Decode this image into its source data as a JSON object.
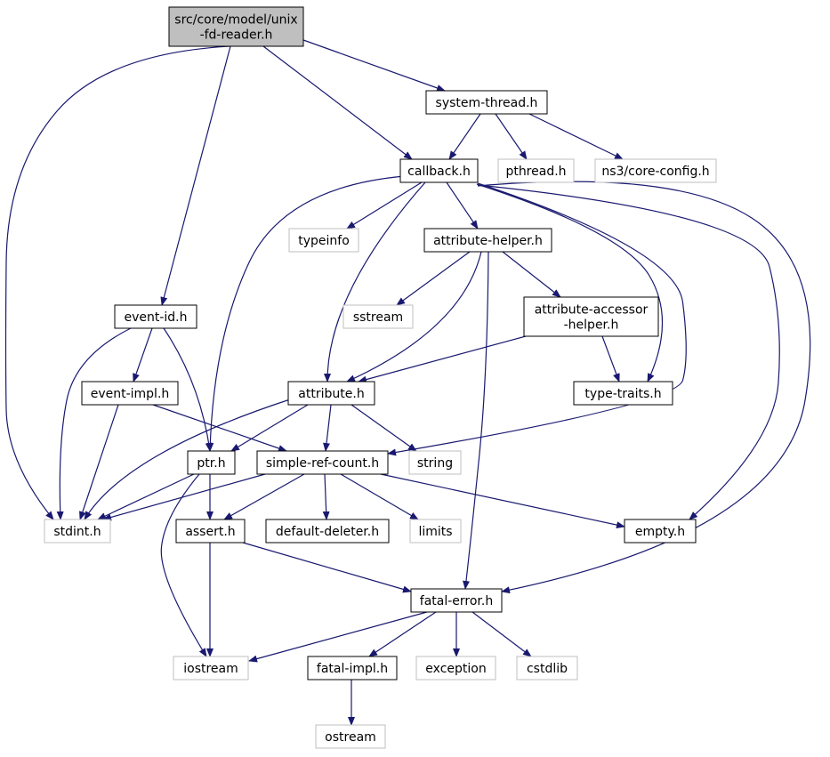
{
  "graph": {
    "colors": {
      "edge": "#191970",
      "main_fill": "#bfbfbf",
      "internal_border": "#000000",
      "external_border": "#bfbfbf"
    },
    "nodes": {
      "unix_fd_reader": {
        "lines": [
          "src/core/model/unix",
          "-fd-reader.h"
        ],
        "kind": "main"
      },
      "system_thread": {
        "lines": [
          "system-thread.h"
        ],
        "kind": "internal"
      },
      "callback": {
        "lines": [
          "callback.h"
        ],
        "kind": "internal"
      },
      "pthread": {
        "lines": [
          "pthread.h"
        ],
        "kind": "external"
      },
      "core_config": {
        "lines": [
          "ns3/core-config.h"
        ],
        "kind": "external"
      },
      "typeinfo": {
        "lines": [
          "typeinfo"
        ],
        "kind": "external"
      },
      "attribute_helper": {
        "lines": [
          "attribute-helper.h"
        ],
        "kind": "internal"
      },
      "event_id": {
        "lines": [
          "event-id.h"
        ],
        "kind": "internal"
      },
      "sstream": {
        "lines": [
          "sstream"
        ],
        "kind": "external"
      },
      "attribute_accessor_helper": {
        "lines": [
          "attribute-accessor",
          "-helper.h"
        ],
        "kind": "internal"
      },
      "event_impl": {
        "lines": [
          "event-impl.h"
        ],
        "kind": "internal"
      },
      "attribute": {
        "lines": [
          "attribute.h"
        ],
        "kind": "internal"
      },
      "type_traits": {
        "lines": [
          "type-traits.h"
        ],
        "kind": "internal"
      },
      "ptr": {
        "lines": [
          "ptr.h"
        ],
        "kind": "internal"
      },
      "simple_ref_count": {
        "lines": [
          "simple-ref-count.h"
        ],
        "kind": "internal"
      },
      "string": {
        "lines": [
          "string"
        ],
        "kind": "external"
      },
      "stdint": {
        "lines": [
          "stdint.h"
        ],
        "kind": "external"
      },
      "assert": {
        "lines": [
          "assert.h"
        ],
        "kind": "internal"
      },
      "default_deleter": {
        "lines": [
          "default-deleter.h"
        ],
        "kind": "internal"
      },
      "limits": {
        "lines": [
          "limits"
        ],
        "kind": "external"
      },
      "empty": {
        "lines": [
          "empty.h"
        ],
        "kind": "internal"
      },
      "fatal_error": {
        "lines": [
          "fatal-error.h"
        ],
        "kind": "internal"
      },
      "iostream": {
        "lines": [
          "iostream"
        ],
        "kind": "external"
      },
      "fatal_impl": {
        "lines": [
          "fatal-impl.h"
        ],
        "kind": "internal"
      },
      "exception": {
        "lines": [
          "exception"
        ],
        "kind": "external"
      },
      "cstdlib": {
        "lines": [
          "cstdlib"
        ],
        "kind": "external"
      },
      "ostream": {
        "lines": [
          "ostream"
        ],
        "kind": "external"
      }
    },
    "edges": [
      [
        "unix_fd_reader",
        "stdint"
      ],
      [
        "unix_fd_reader",
        "event_id"
      ],
      [
        "unix_fd_reader",
        "callback"
      ],
      [
        "unix_fd_reader",
        "system_thread"
      ],
      [
        "system_thread",
        "callback"
      ],
      [
        "system_thread",
        "pthread"
      ],
      [
        "system_thread",
        "core_config"
      ],
      [
        "callback",
        "typeinfo"
      ],
      [
        "callback",
        "attribute_helper"
      ],
      [
        "callback",
        "attribute"
      ],
      [
        "callback",
        "ptr"
      ],
      [
        "callback",
        "type_traits"
      ],
      [
        "callback",
        "simple_ref_count"
      ],
      [
        "callback",
        "empty"
      ],
      [
        "callback",
        "fatal_error"
      ],
      [
        "attribute_helper",
        "sstream"
      ],
      [
        "attribute_helper",
        "attribute_accessor_helper"
      ],
      [
        "attribute_helper",
        "attribute"
      ],
      [
        "attribute_helper",
        "fatal_error"
      ],
      [
        "attribute_accessor_helper",
        "attribute"
      ],
      [
        "attribute_accessor_helper",
        "type_traits"
      ],
      [
        "event_id",
        "stdint"
      ],
      [
        "event_id",
        "event_impl"
      ],
      [
        "event_id",
        "ptr"
      ],
      [
        "event_impl",
        "stdint"
      ],
      [
        "event_impl",
        "simple_ref_count"
      ],
      [
        "attribute",
        "stdint"
      ],
      [
        "attribute",
        "ptr"
      ],
      [
        "attribute",
        "simple_ref_count"
      ],
      [
        "attribute",
        "string"
      ],
      [
        "ptr",
        "stdint"
      ],
      [
        "ptr",
        "assert"
      ],
      [
        "ptr",
        "iostream"
      ],
      [
        "simple_ref_count",
        "stdint"
      ],
      [
        "simple_ref_count",
        "assert"
      ],
      [
        "simple_ref_count",
        "default_deleter"
      ],
      [
        "simple_ref_count",
        "limits"
      ],
      [
        "simple_ref_count",
        "empty"
      ],
      [
        "assert",
        "iostream"
      ],
      [
        "assert",
        "fatal_error"
      ],
      [
        "fatal_error",
        "iostream"
      ],
      [
        "fatal_error",
        "fatal_impl"
      ],
      [
        "fatal_error",
        "exception"
      ],
      [
        "fatal_error",
        "cstdlib"
      ],
      [
        "fatal_impl",
        "ostream"
      ]
    ]
  }
}
